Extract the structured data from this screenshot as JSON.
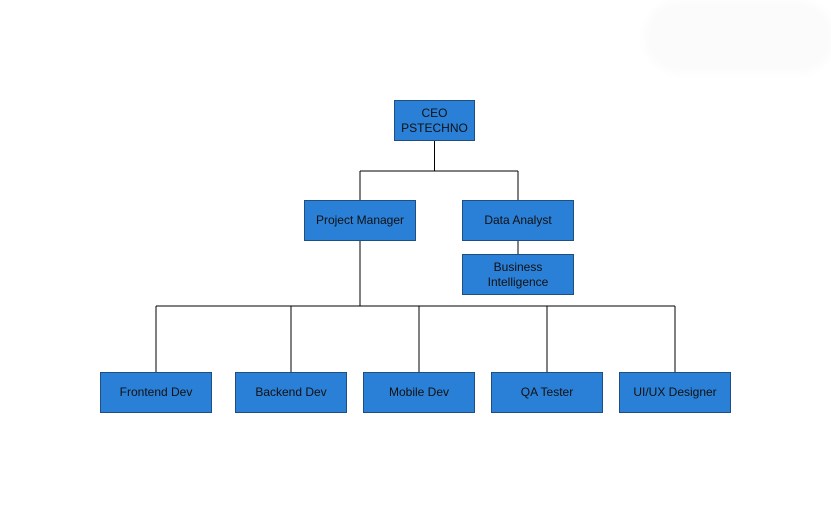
{
  "org_chart": {
    "colors": {
      "box_fill": "#2a7fd6",
      "box_border": "#1f4f80",
      "line": "#000000",
      "text": "#111111"
    },
    "nodes": {
      "ceo": "CEO\nPSTECHNO",
      "project_manager": "Project Manager",
      "data_analyst": "Data Analyst",
      "business_intelligence": "Business\nIntelligence",
      "frontend_dev": "Frontend Dev",
      "backend_dev": "Backend Dev",
      "mobile_dev": "Mobile Dev",
      "qa_tester": "QA Tester",
      "uiux_designer": "UI/UX Designer"
    },
    "reports_to": {
      "project_manager": "ceo",
      "data_analyst": "ceo",
      "business_intelligence": "data_analyst",
      "frontend_dev": "project_manager",
      "backend_dev": "project_manager",
      "mobile_dev": "project_manager",
      "qa_tester": "project_manager",
      "uiux_designer": "project_manager"
    }
  }
}
